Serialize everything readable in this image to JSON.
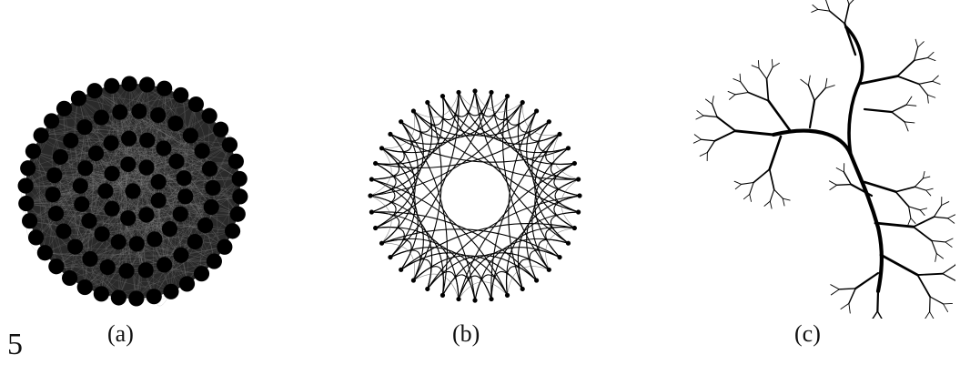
{
  "page_number": "5",
  "panels": [
    {
      "caption": "(a)",
      "kind": "dense-network"
    },
    {
      "caption": "(b)",
      "kind": "ring-lattice"
    },
    {
      "caption": "(c)",
      "kind": "fractal-tree"
    }
  ],
  "colors": {
    "ink": "#000000",
    "faint": "#555555",
    "background": "#ffffff"
  }
}
